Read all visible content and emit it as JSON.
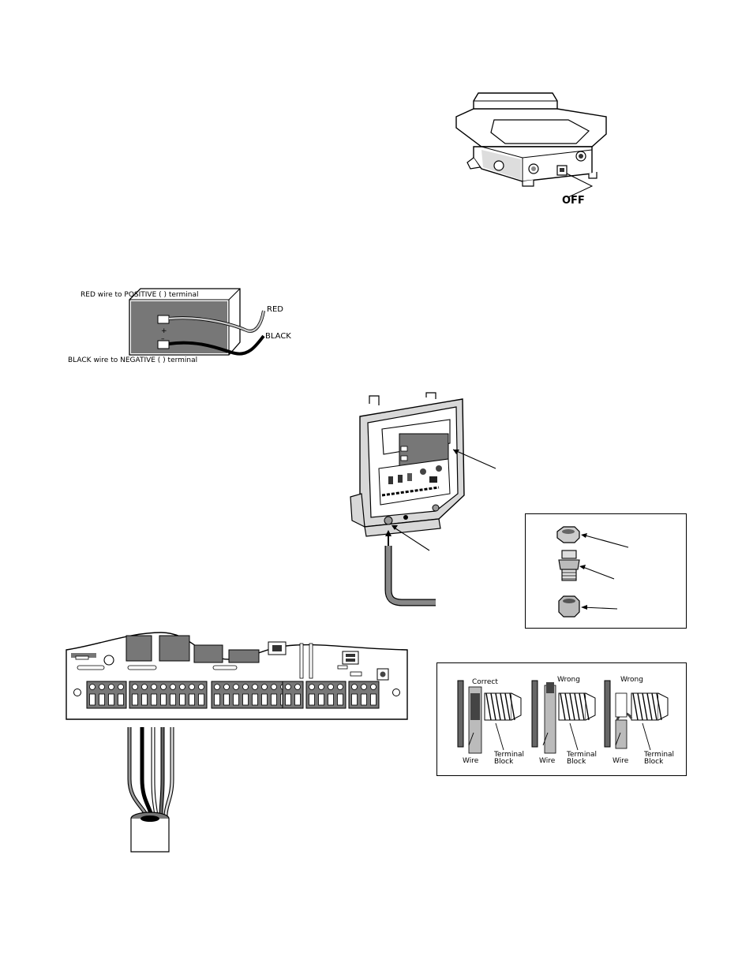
{
  "controller_fig": {
    "off_label": "OFF"
  },
  "battery_fig": {
    "red_note": "RED wire to POSITIVE (   ) terminal",
    "black_note": "BLACK wire to NEGATIVE (   ) terminal",
    "red_label": "RED",
    "black_label": "BLACK",
    "plus": "+",
    "minus": "–"
  },
  "terminal_fig": {
    "correct_label": "Correct",
    "wrong_label_1": "Wrong",
    "wrong_label_2": "Wrong",
    "wire_label": "Wire",
    "terminal_label": "Terminal",
    "block_label": "Block"
  }
}
